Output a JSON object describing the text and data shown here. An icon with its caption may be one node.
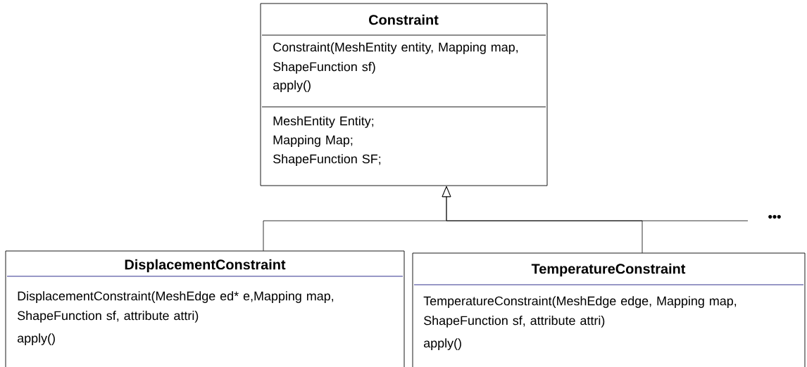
{
  "diagram": {
    "nodes": [
      {
        "text": [
          "Constraint",
          "Constraint(MeshEntity entity, Mapping map, ShapeFunction sf)",
          "apply()",
          "MeshEntity Entity;",
          "Mapping Map;",
          "ShapeFunction SF;"
        ]
      },
      {
        "text": [
          "DisplacementConstraint",
          "DisplacementConstraint(MeshEdge ed* e,Mapping map, ShapeFunction sf, attribute attri)",
          "apply()"
        ]
      },
      {
        "text": [
          "TemperatureConstraint",
          "TemperatureConstraint(MeshEdge edge, Mapping map, ShapeFunction sf, attribute attri)",
          "apply()"
        ]
      }
    ],
    "edges": [
      {
        "from": 1,
        "to": 0,
        "arrow": "to"
      },
      {
        "from": 2,
        "to": 0,
        "arrow": "to"
      }
    ],
    "labels": [
      "•••"
    ]
  }
}
